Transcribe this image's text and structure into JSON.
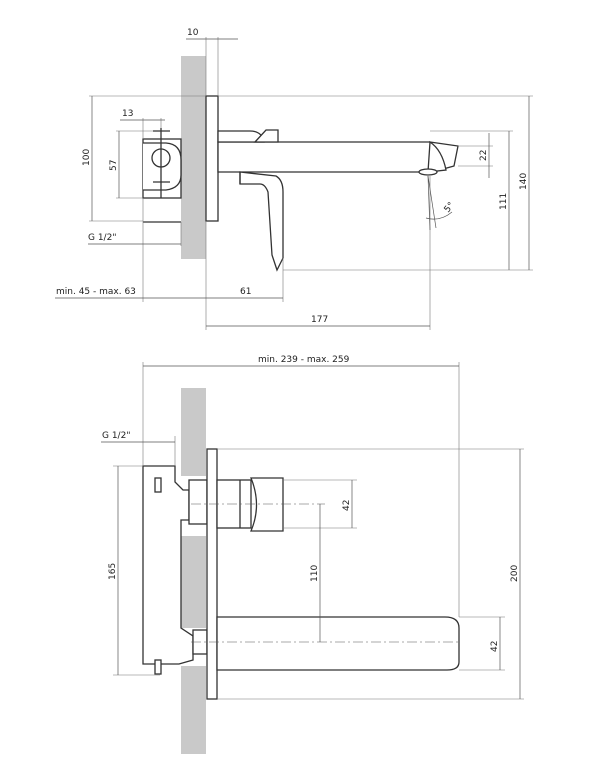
{
  "side_view": {
    "dim_wall_plate": "10",
    "dim_body_offset": "13",
    "dim_body_height": "100",
    "dim_body_width": "57",
    "dim_connection": "G 1/2\"",
    "dim_install_depth": "min. 45 - max. 63",
    "dim_lever_projection": "61",
    "dim_spout_projection": "177",
    "dim_spout_height": "22",
    "dim_spout_drop": "111",
    "dim_total_height": "140",
    "dim_angle": "5°"
  },
  "front_view": {
    "dim_total_width": "min. 239 - max. 259",
    "dim_connection": "G 1/2\"",
    "dim_body_height": "165",
    "dim_handle_height": "42",
    "dim_center_distance": "110",
    "dim_plate_height": "200",
    "dim_spout_height": "42"
  },
  "colors": {
    "wall": "#c9c9c9",
    "line": "#333333"
  }
}
